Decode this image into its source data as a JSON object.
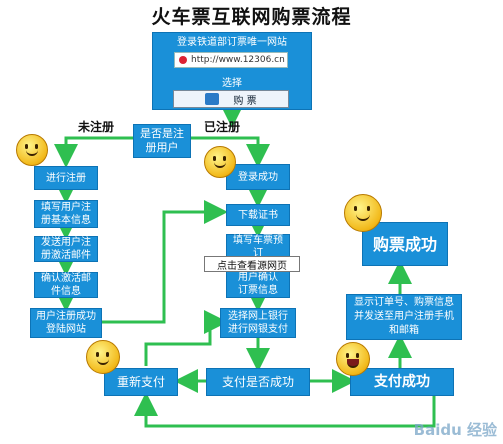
{
  "title": "火车票互联网购票流程",
  "top": {
    "login": "登录铁道部订票唯一网站",
    "url": "http://www.12306.cn",
    "choose": "选择",
    "buy_btn": "购  票"
  },
  "labels": {
    "unregistered": "未注册",
    "registered": "已注册"
  },
  "decision_registered": "是否是注册用户",
  "left_flow": [
    "进行注册",
    "填写用户注册基本信息",
    "发送用户注册激活邮件",
    "确认激活邮件信息",
    "用户注册成功登陆网站"
  ],
  "center_flow": [
    "登录成功",
    "下载证书",
    "填写车票预订",
    "用户确认订票信息",
    "选择网上银行进行网银支付"
  ],
  "decision_pay": "支付是否成功",
  "repay": "重新支付",
  "pay_success": "支付成功",
  "result_info": "显示订单号、购票信息并发送至用户注册手机和邮箱",
  "ticket_success": "购票成功",
  "tooltip": "点击查看源网页",
  "watermark": "Baidu 经验",
  "colors": {
    "box": "#1a90d8",
    "arrow": "#2fbf50"
  }
}
